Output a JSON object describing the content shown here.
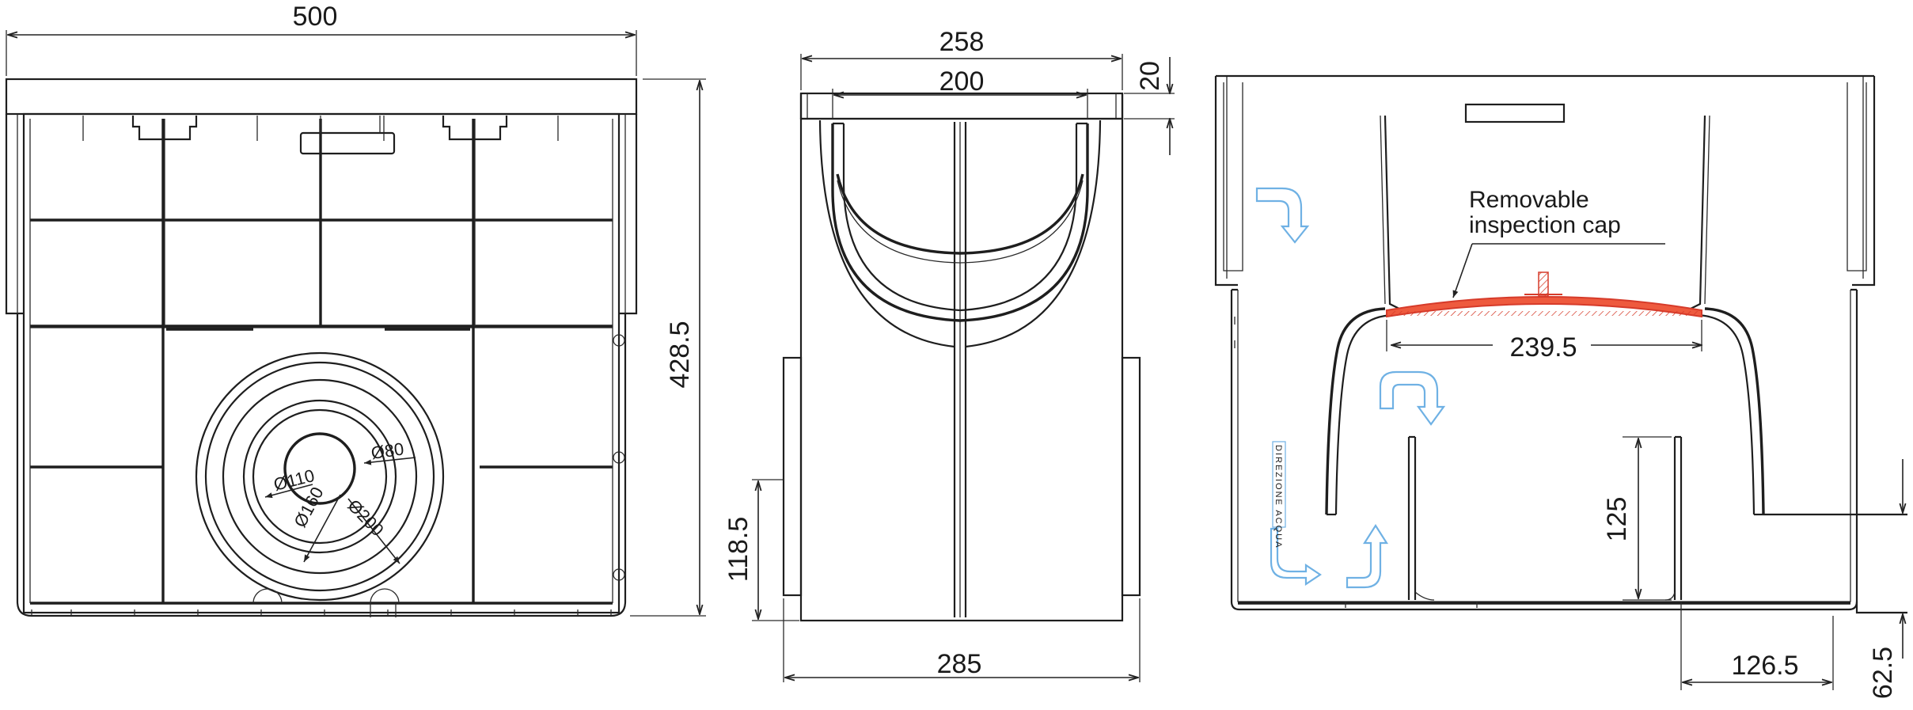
{
  "views": {
    "top": {
      "width_label": "500",
      "height_label": "428.5",
      "diameters": [
        "Ø80",
        "Ø110",
        "Ø160",
        "Ø200"
      ]
    },
    "side": {
      "top_width_label": "258",
      "inner_width_label": "200",
      "rim_label": "20",
      "bottom_width_label": "285",
      "outlet_height_label": "118.5"
    },
    "section": {
      "cap_note_line1": "Removable",
      "cap_note_line2": "inspection cap",
      "cap_span_label": "239.5",
      "weir_height_label": "125",
      "outlet_offset_label": "126.5",
      "outlet_height_label": "62.5",
      "flow_text": "DIREZIONE ACQUA"
    }
  },
  "colors": {
    "line": "#1e1e1e",
    "cap": "#ee5a3e",
    "flow_arrow": "#6fb1e4"
  }
}
